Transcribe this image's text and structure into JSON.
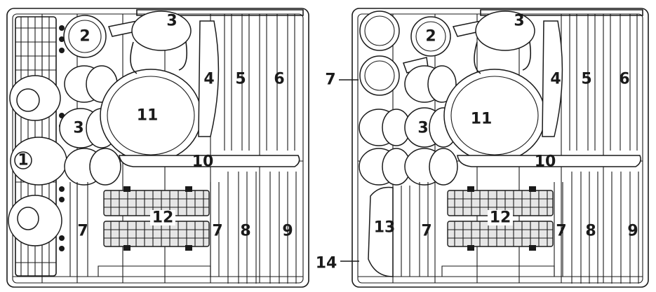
{
  "left_rack": {
    "labels": {
      "cup": "1",
      "cup_saucer": "2",
      "small_bowl_top": "3",
      "small_bowl_mid": "3",
      "large_plate_a": "4",
      "large_plate_b": "5",
      "large_plate_c": "6",
      "dessert_plate_left": "7",
      "dessert_plate_right": "7",
      "dinner_plate": "8",
      "dinner_plate_right": "9",
      "tray": "10",
      "bowl": "11",
      "cutlery_basket": "12"
    }
  },
  "right_rack": {
    "labels": {
      "cup_saucer": "2",
      "small_bowl_top": "3",
      "small_bowl_mid": "3",
      "large_plate_a": "4",
      "large_plate_b": "5",
      "large_plate_c": "6",
      "side_label": "7",
      "dessert_plate_left": "7",
      "dessert_plate_right": "7",
      "dinner_plate": "8",
      "dinner_plate_right": "9",
      "tray": "10",
      "bowl": "11",
      "cutlery_basket": "12",
      "deep_plate": "13",
      "bottom_label": "14"
    }
  }
}
